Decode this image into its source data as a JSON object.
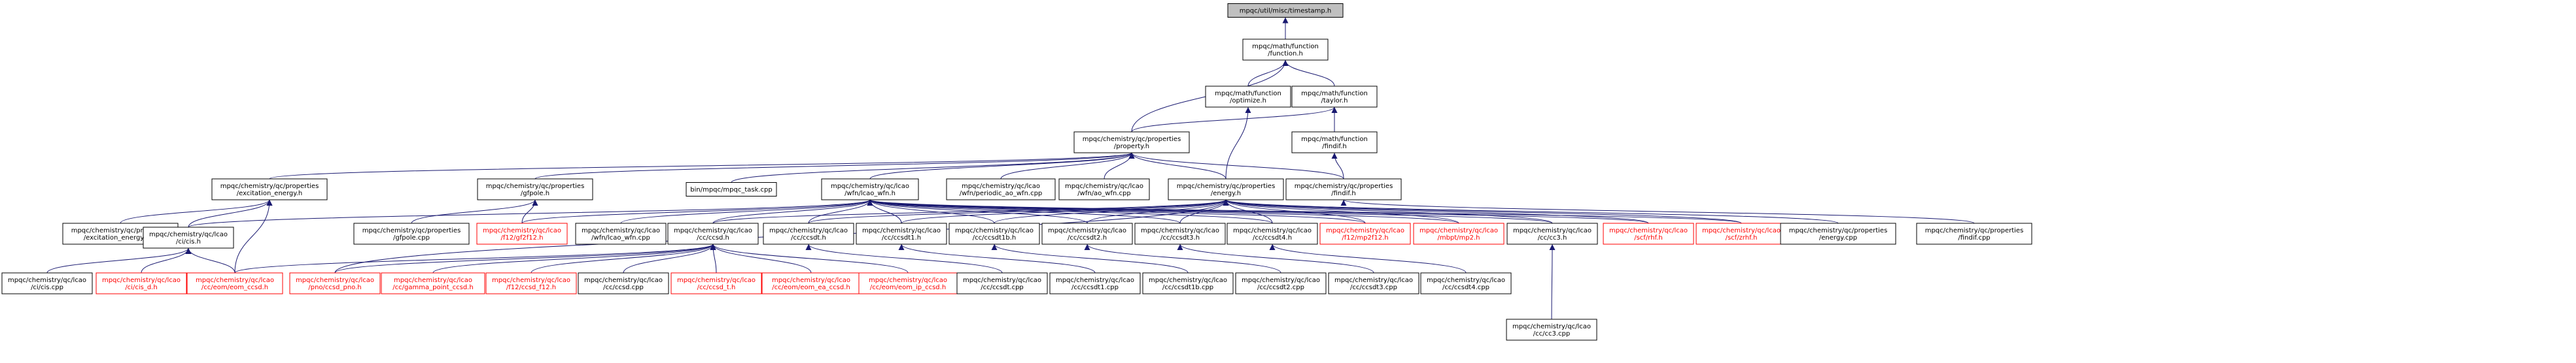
{
  "colors": {
    "edge": "#191970",
    "node_border": "#000000",
    "node_fill": "#ffffff",
    "root_fill": "#bfbfbf",
    "text_normal": "#000000",
    "text_external": "#ff0000",
    "external_border": "#ff0000"
  },
  "nodes": [
    {
      "id": "timestamp",
      "lines": [
        "mpqc/util/misc/timestamp.h"
      ],
      "style": "root"
    },
    {
      "id": "function",
      "lines": [
        "mpqc/math/function",
        "/function.h"
      ],
      "style": "normal"
    },
    {
      "id": "optimize",
      "lines": [
        "mpqc/math/function",
        "/optimize.h"
      ],
      "style": "normal"
    },
    {
      "id": "taylor",
      "lines": [
        "mpqc/math/function",
        "/taylor.h"
      ],
      "style": "normal"
    },
    {
      "id": "property",
      "lines": [
        "mpqc/chemistry/qc/properties",
        "/property.h"
      ],
      "style": "normal"
    },
    {
      "id": "findif_math",
      "lines": [
        "mpqc/math/function",
        "/findif.h"
      ],
      "style": "normal"
    },
    {
      "id": "excitation",
      "lines": [
        "mpqc/chemistry/qc/properties",
        "/excitation_energy.h"
      ],
      "style": "normal"
    },
    {
      "id": "gfpole",
      "lines": [
        "mpqc/chemistry/qc/properties",
        "/gfpole.h"
      ],
      "style": "normal"
    },
    {
      "id": "mpqc_task",
      "lines": [
        "bin/mpqc/mpqc_task.cpp"
      ],
      "style": "normal"
    },
    {
      "id": "lcao_wfn",
      "lines": [
        "mpqc/chemistry/qc/lcao",
        "/wfn/lcao_wfn.h"
      ],
      "style": "normal"
    },
    {
      "id": "periodic_ao",
      "lines": [
        "mpqc/chemistry/qc/lcao",
        "/wfn/periodic_ao_wfn.cpp"
      ],
      "style": "normal"
    },
    {
      "id": "ao_wfn",
      "lines": [
        "mpqc/chemistry/qc/lcao",
        "/wfn/ao_wfn.cpp"
      ],
      "style": "normal"
    },
    {
      "id": "energy",
      "lines": [
        "mpqc/chemistry/qc/properties",
        "/energy.h"
      ],
      "style": "normal"
    },
    {
      "id": "findif_prop",
      "lines": [
        "mpqc/chemistry/qc/properties",
        "/findif.h"
      ],
      "style": "normal"
    },
    {
      "id": "excitation_cpp",
      "lines": [
        "mpqc/chemistry/qc/properties",
        "/excitation_energy.cpp"
      ],
      "style": "normal"
    },
    {
      "id": "cis_h",
      "lines": [
        "mpqc/chemistry/qc/lcao",
        "/ci/cis.h"
      ],
      "style": "normal"
    },
    {
      "id": "gfpole_cpp",
      "lines": [
        "mpqc/chemistry/qc/properties",
        "/gfpole.cpp"
      ],
      "style": "normal"
    },
    {
      "id": "gf2f12",
      "lines": [
        "mpqc/chemistry/qc/lcao",
        "/f12/gf2f12.h"
      ],
      "style": "external"
    },
    {
      "id": "lcao_wfn_cpp",
      "lines": [
        "mpqc/chemistry/qc/lcao",
        "/wfn/lcao_wfn.cpp"
      ],
      "style": "normal"
    },
    {
      "id": "ccsd_h",
      "lines": [
        "mpqc/chemistry/qc/lcao",
        "/cc/ccsd.h"
      ],
      "style": "normal"
    },
    {
      "id": "ccsdt_h",
      "lines": [
        "mpqc/chemistry/qc/lcao",
        "/cc/ccsdt.h"
      ],
      "style": "normal"
    },
    {
      "id": "ccsdt1_h",
      "lines": [
        "mpqc/chemistry/qc/lcao",
        "/cc/ccsdt1.h"
      ],
      "style": "normal"
    },
    {
      "id": "ccsdt1b_h",
      "lines": [
        "mpqc/chemistry/qc/lcao",
        "/cc/ccsdt1b.h"
      ],
      "style": "normal"
    },
    {
      "id": "ccsdt2_h",
      "lines": [
        "mpqc/chemistry/qc/lcao",
        "/cc/ccsdt2.h"
      ],
      "style": "normal"
    },
    {
      "id": "ccsdt3_h",
      "lines": [
        "mpqc/chemistry/qc/lcao",
        "/cc/ccsdt3.h"
      ],
      "style": "normal"
    },
    {
      "id": "ccsdt4_h",
      "lines": [
        "mpqc/chemistry/qc/lcao",
        "/cc/ccsdt4.h"
      ],
      "style": "normal"
    },
    {
      "id": "mp2f12",
      "lines": [
        "mpqc/chemistry/qc/lcao",
        "/f12/mp2f12.h"
      ],
      "style": "external"
    },
    {
      "id": "mbpt_mp2",
      "lines": [
        "mpqc/chemistry/qc/lcao",
        "/mbpt/mp2.h"
      ],
      "style": "external"
    },
    {
      "id": "cc3_h",
      "lines": [
        "mpqc/chemistry/qc/lcao",
        "/cc/cc3.h"
      ],
      "style": "normal"
    },
    {
      "id": "scf_rhf",
      "lines": [
        "mpqc/chemistry/qc/lcao",
        "/scf/rhf.h"
      ],
      "style": "external"
    },
    {
      "id": "scf_zrhf",
      "lines": [
        "mpqc/chemistry/qc/lcao",
        "/scf/zrhf.h"
      ],
      "style": "external"
    },
    {
      "id": "energy_cpp",
      "lines": [
        "mpqc/chemistry/qc/properties",
        "/energy.cpp"
      ],
      "style": "normal"
    },
    {
      "id": "findif_cpp",
      "lines": [
        "mpqc/chemistry/qc/properties",
        "/findif.cpp"
      ],
      "style": "normal"
    },
    {
      "id": "cis_cpp",
      "lines": [
        "mpqc/chemistry/qc/lcao",
        "/ci/cis.cpp"
      ],
      "style": "normal"
    },
    {
      "id": "cis_d",
      "lines": [
        "mpqc/chemistry/qc/lcao",
        "/ci/cis_d.h"
      ],
      "style": "external"
    },
    {
      "id": "eom_ccsd",
      "lines": [
        "mpqc/chemistry/qc/lcao",
        "/cc/eom/eom_ccsd.h"
      ],
      "style": "external"
    },
    {
      "id": "ccsd_pno",
      "lines": [
        "mpqc/chemistry/qc/lcao",
        "/pno/ccsd_pno.h"
      ],
      "style": "external"
    },
    {
      "id": "gamma_point",
      "lines": [
        "mpqc/chemistry/qc/lcao",
        "/cc/gamma_point_ccsd.h"
      ],
      "style": "external"
    },
    {
      "id": "ccsd_f12",
      "lines": [
        "mpqc/chemistry/qc/lcao",
        "/f12/ccsd_f12.h"
      ],
      "style": "external"
    },
    {
      "id": "ccsd_cpp",
      "lines": [
        "mpqc/chemistry/qc/lcao",
        "/cc/ccsd.cpp"
      ],
      "style": "normal"
    },
    {
      "id": "ccsd_t",
      "lines": [
        "mpqc/chemistry/qc/lcao",
        "/cc/ccsd_t.h"
      ],
      "style": "external"
    },
    {
      "id": "eom_ea",
      "lines": [
        "mpqc/chemistry/qc/lcao",
        "/cc/eom/eom_ea_ccsd.h"
      ],
      "style": "external"
    },
    {
      "id": "eom_ip",
      "lines": [
        "mpqc/chemistry/qc/lcao",
        "/cc/eom/eom_ip_ccsd.h"
      ],
      "style": "external"
    },
    {
      "id": "ccsdt_cpp",
      "lines": [
        "mpqc/chemistry/qc/lcao",
        "/cc/ccsdt.cpp"
      ],
      "style": "normal"
    },
    {
      "id": "ccsdt1_cpp",
      "lines": [
        "mpqc/chemistry/qc/lcao",
        "/cc/ccsdt1.cpp"
      ],
      "style": "normal"
    },
    {
      "id": "ccsdt1b_cpp",
      "lines": [
        "mpqc/chemistry/qc/lcao",
        "/cc/ccsdt1b.cpp"
      ],
      "style": "normal"
    },
    {
      "id": "ccsdt2_cpp",
      "lines": [
        "mpqc/chemistry/qc/lcao",
        "/cc/ccsdt2.cpp"
      ],
      "style": "normal"
    },
    {
      "id": "ccsdt3_cpp",
      "lines": [
        "mpqc/chemistry/qc/lcao",
        "/cc/ccsdt3.cpp"
      ],
      "style": "normal"
    },
    {
      "id": "ccsdt4_cpp",
      "lines": [
        "mpqc/chemistry/qc/lcao",
        "/cc/ccsdt4.cpp"
      ],
      "style": "normal"
    },
    {
      "id": "cc3_cpp",
      "lines": [
        "mpqc/chemistry/qc/lcao",
        "/cc/cc3.cpp"
      ],
      "style": "normal"
    }
  ],
  "edges": [
    [
      "timestamp",
      "function"
    ],
    [
      "function",
      "optimize"
    ],
    [
      "function",
      "taylor"
    ],
    [
      "function",
      "property"
    ],
    [
      "taylor",
      "property"
    ],
    [
      "taylor",
      "findif_math"
    ],
    [
      "optimize",
      "energy"
    ],
    [
      "findif_math",
      "findif_prop"
    ],
    [
      "property",
      "excitation"
    ],
    [
      "property",
      "gfpole"
    ],
    [
      "property",
      "mpqc_task"
    ],
    [
      "property",
      "lcao_wfn"
    ],
    [
      "property",
      "periodic_ao"
    ],
    [
      "property",
      "ao_wfn"
    ],
    [
      "property",
      "energy"
    ],
    [
      "property",
      "findif_prop"
    ],
    [
      "excitation",
      "excitation_cpp"
    ],
    [
      "excitation",
      "cis_h"
    ],
    [
      "excitation",
      "eom_ccsd"
    ],
    [
      "gfpole",
      "gfpole_cpp"
    ],
    [
      "gfpole",
      "gf2f12"
    ],
    [
      "lcao_wfn",
      "cis_h"
    ],
    [
      "lcao_wfn",
      "gf2f12"
    ],
    [
      "lcao_wfn",
      "lcao_wfn_cpp"
    ],
    [
      "lcao_wfn",
      "ccsd_h"
    ],
    [
      "lcao_wfn",
      "ccsdt_h"
    ],
    [
      "lcao_wfn",
      "ccsdt1_h"
    ],
    [
      "lcao_wfn",
      "ccsdt1b_h"
    ],
    [
      "lcao_wfn",
      "ccsdt2_h"
    ],
    [
      "lcao_wfn",
      "ccsdt3_h"
    ],
    [
      "lcao_wfn",
      "ccsdt4_h"
    ],
    [
      "lcao_wfn",
      "mp2f12"
    ],
    [
      "lcao_wfn",
      "mbpt_mp2"
    ],
    [
      "lcao_wfn",
      "cc3_h"
    ],
    [
      "lcao_wfn",
      "scf_rhf"
    ],
    [
      "lcao_wfn",
      "scf_zrhf"
    ],
    [
      "energy",
      "ccsd_h"
    ],
    [
      "energy",
      "ccsdt_h"
    ],
    [
      "energy",
      "ccsdt1_h"
    ],
    [
      "energy",
      "ccsdt1b_h"
    ],
    [
      "energy",
      "ccsdt2_h"
    ],
    [
      "energy",
      "ccsdt3_h"
    ],
    [
      "energy",
      "ccsdt4_h"
    ],
    [
      "energy",
      "mp2f12"
    ],
    [
      "energy",
      "mbpt_mp2"
    ],
    [
      "energy",
      "cc3_h"
    ],
    [
      "energy",
      "scf_rhf"
    ],
    [
      "energy",
      "scf_zrhf"
    ],
    [
      "energy",
      "energy_cpp"
    ],
    [
      "energy",
      "ccsd_pno"
    ],
    [
      "findif_prop",
      "findif_cpp"
    ],
    [
      "cis_h",
      "cis_cpp"
    ],
    [
      "cis_h",
      "cis_d"
    ],
    [
      "cis_h",
      "eom_ccsd"
    ],
    [
      "ccsd_h",
      "eom_ccsd"
    ],
    [
      "ccsd_h",
      "ccsd_pno"
    ],
    [
      "ccsd_h",
      "gamma_point"
    ],
    [
      "ccsd_h",
      "ccsd_f12"
    ],
    [
      "ccsd_h",
      "ccsd_cpp"
    ],
    [
      "ccsd_h",
      "ccsd_t"
    ],
    [
      "ccsd_h",
      "eom_ea"
    ],
    [
      "ccsd_h",
      "eom_ip"
    ],
    [
      "ccsdt_h",
      "ccsdt_cpp"
    ],
    [
      "ccsdt1_h",
      "ccsdt1_cpp"
    ],
    [
      "ccsdt1b_h",
      "ccsdt1b_cpp"
    ],
    [
      "ccsdt2_h",
      "ccsdt2_cpp"
    ],
    [
      "ccsdt3_h",
      "ccsdt3_cpp"
    ],
    [
      "ccsdt4_h",
      "ccsdt4_cpp"
    ],
    [
      "cc3_h",
      "cc3_cpp"
    ]
  ]
}
